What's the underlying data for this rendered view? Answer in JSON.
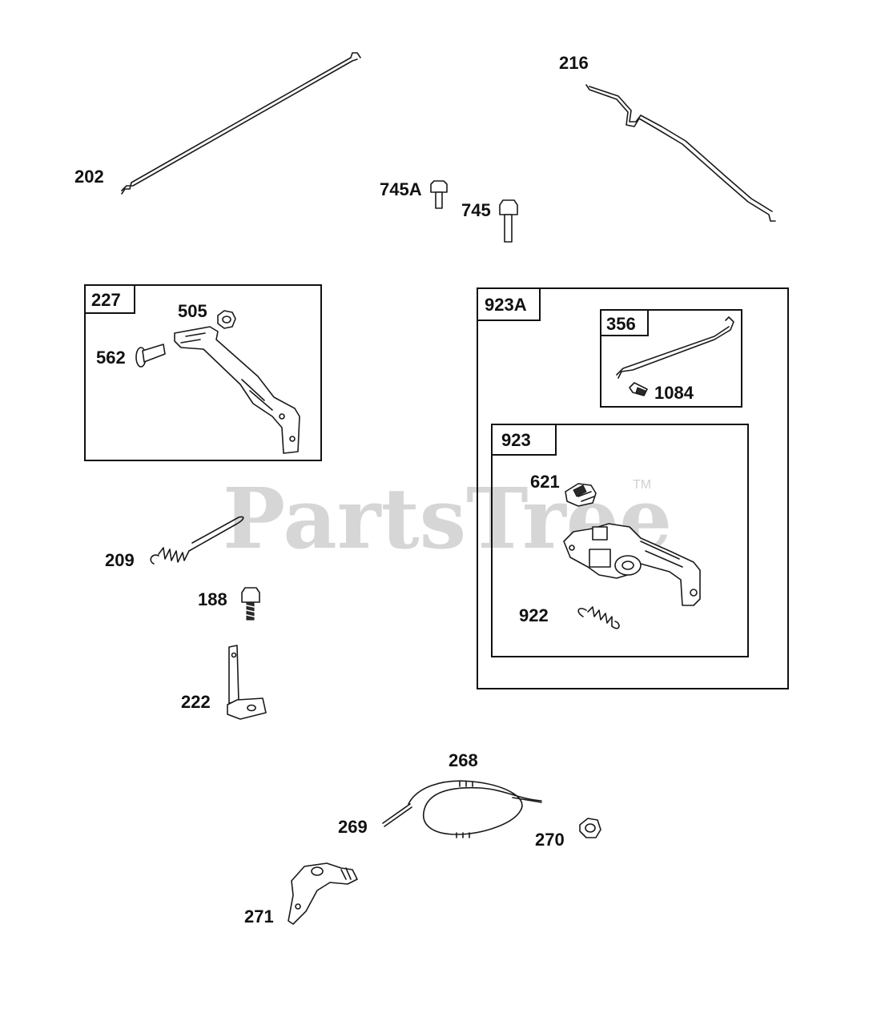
{
  "watermark": {
    "text": "PartsTree",
    "trademark": "TM"
  },
  "labels": {
    "p202": "202",
    "p216": "216",
    "p745A": "745A",
    "p745": "745",
    "p227": "227",
    "p505": "505",
    "p562": "562",
    "p923A": "923A",
    "p356": "356",
    "p1084": "1084",
    "p923": "923",
    "p621": "621",
    "p922": "922",
    "p209": "209",
    "p188": "188",
    "p222": "222",
    "p268": "268",
    "p269": "269",
    "p270": "270",
    "p271": "271"
  }
}
